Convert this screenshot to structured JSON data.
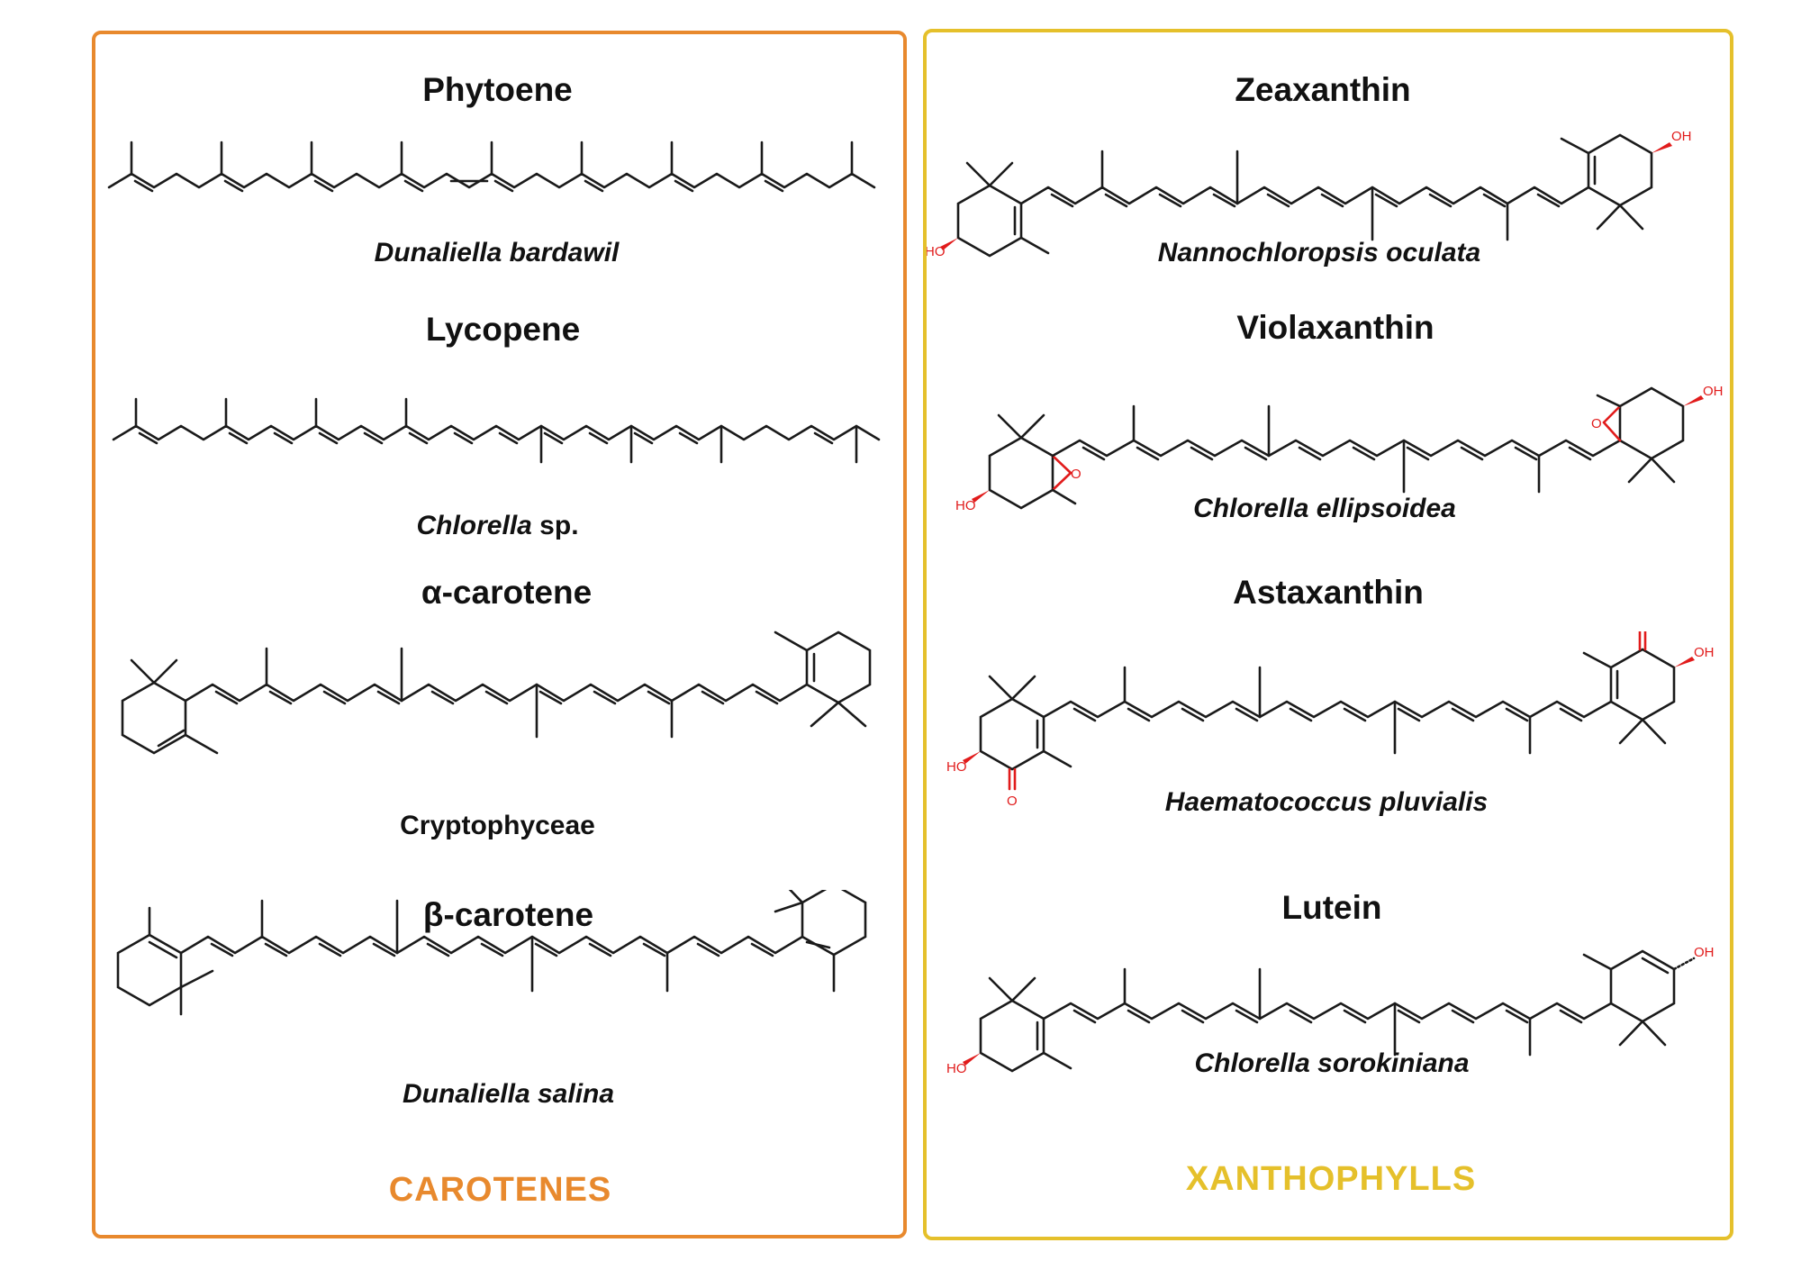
{
  "panels": {
    "carotenes": {
      "label": "CAROTENES",
      "color": "#e8892d",
      "pigments": [
        {
          "name": "Phytoene",
          "source": "Dunaliella bardawil"
        },
        {
          "name": "Lycopene",
          "source_italic": "Chlorella",
          "source_plain": " sp."
        },
        {
          "name": "α-carotene",
          "source": "Cryptophyceae"
        },
        {
          "name": "β-carotene",
          "source": "Dunaliella salina"
        }
      ]
    },
    "xanthophylls": {
      "label": "XANTHOPHYLLS",
      "color": "#e5c02b",
      "pigments": [
        {
          "name": "Zeaxanthin",
          "source": "Nannochloropsis oculata"
        },
        {
          "name": "Violaxanthin",
          "source": "Chlorella ellipsoidea"
        },
        {
          "name": "Astaxanthin",
          "source": "Haematococcus pluvialis"
        },
        {
          "name": "Lutein",
          "source": "Chlorella sorokiniana"
        }
      ]
    }
  },
  "atom_labels": {
    "hydroxyl": "HO",
    "hydroxyl_right": "OH",
    "oxygen": "O"
  }
}
